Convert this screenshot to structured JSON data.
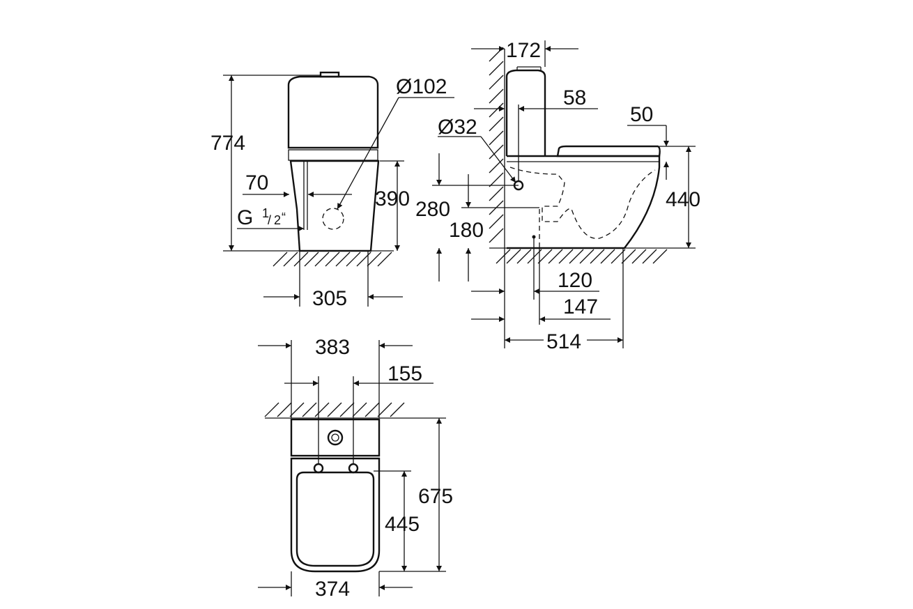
{
  "dimensions": {
    "front": {
      "height_total": "774",
      "inlet_offset": "70",
      "inlet_thread": "G",
      "thread_fraction_num": "1",
      "thread_fraction_den": "2",
      "thread_mark": "“",
      "outlet_diameter": "Ø102",
      "bowl_height": "390",
      "base_width": "305"
    },
    "side": {
      "tank_depth": "172",
      "tank_offset": "58",
      "seat_overhang": "50",
      "inlet_diameter": "Ø32",
      "inlet_height": "280",
      "outlet_height": "180",
      "rim_height": "440",
      "outlet_distance_1": "120",
      "outlet_distance_2": "147",
      "total_depth": "514"
    },
    "top": {
      "tank_width": "383",
      "fixing_spacing": "155",
      "total_length": "675",
      "seat_length": "445",
      "seat_width": "374"
    }
  }
}
